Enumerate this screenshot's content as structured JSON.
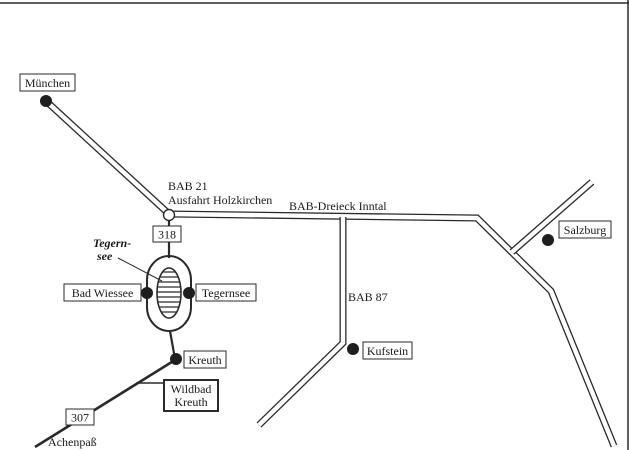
{
  "map": {
    "cities": {
      "muenchen": "München",
      "salzburg": "Salzburg",
      "kufstein": "Kufstein",
      "bad_wiessee": "Bad Wiessee",
      "tegernsee_town": "Tegernsee",
      "kreuth": "Kreuth"
    },
    "highways": {
      "bab21_line1": "BAB 21",
      "bab21_line2": "Ausfahrt Holzkirchen",
      "bab_dreieck": "BAB-Dreieck Inntal",
      "bab87": "BAB 87"
    },
    "lake": {
      "line1": "Tegern-",
      "line2": "see"
    },
    "road_numbers": {
      "r318": "318",
      "r307": "307"
    },
    "destinations": {
      "wildbad_line1": "Wildbad",
      "wildbad_line2": "Kreuth",
      "achenpass": "Achenpaß"
    },
    "colors": {
      "ink": "#1e1e1e",
      "paper": "#ffffff"
    }
  }
}
